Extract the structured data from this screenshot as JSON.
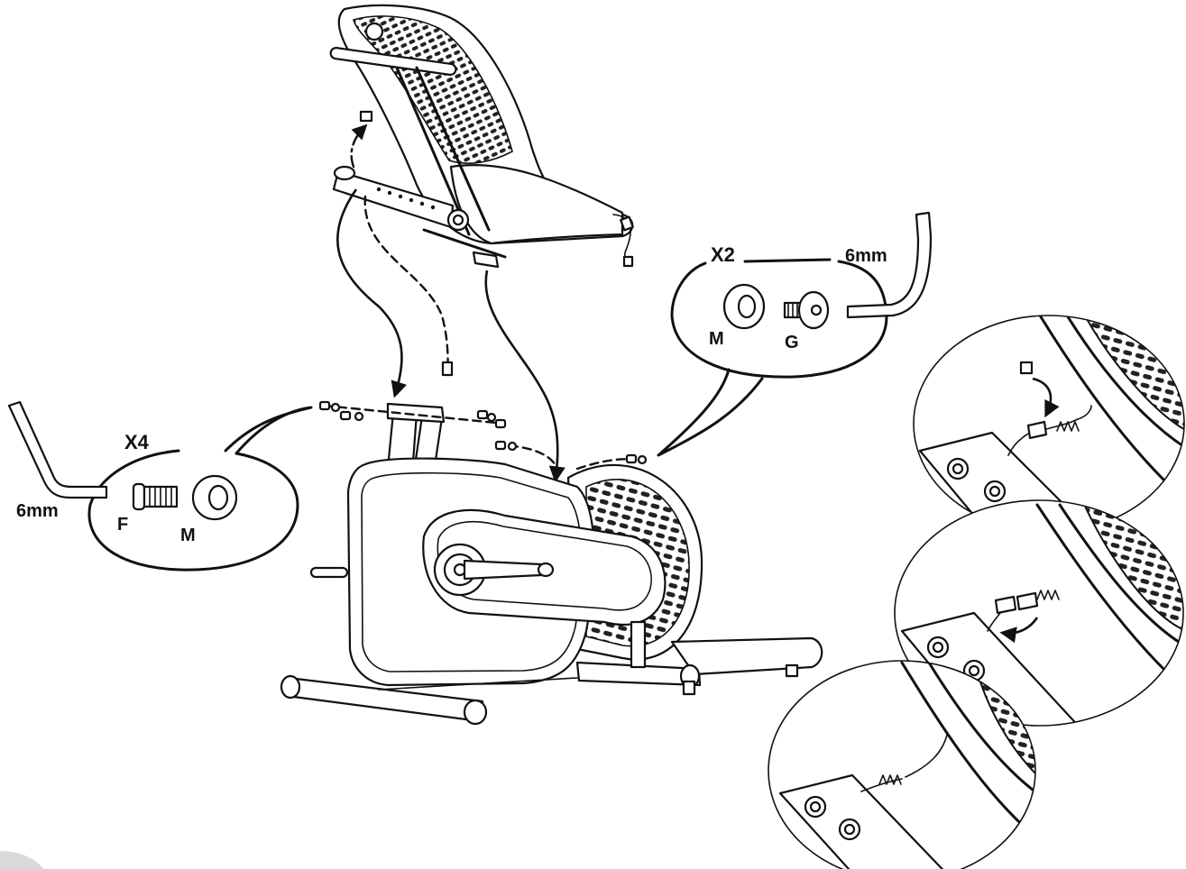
{
  "left_callout": {
    "quantity": "X4",
    "tool_size": "6mm",
    "bolt_label": "F",
    "washer_label": "M"
  },
  "right_callout": {
    "quantity": "X2",
    "tool_size": "6mm",
    "washer_label": "M",
    "bolt_label": "G"
  }
}
